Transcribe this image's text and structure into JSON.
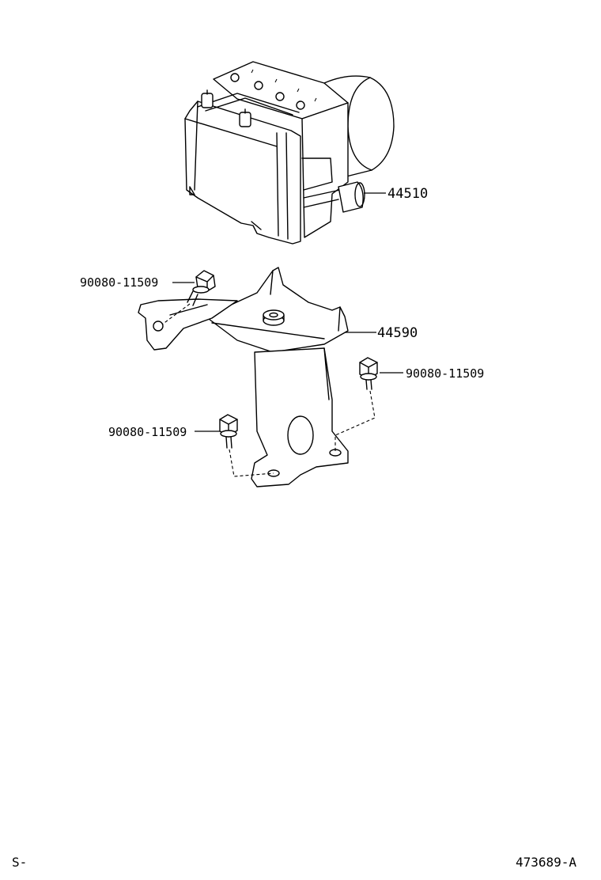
{
  "diagram": {
    "parts": [
      {
        "id": "abs_actuator",
        "number": "44510"
      },
      {
        "id": "bracket",
        "number": "44590"
      },
      {
        "id": "bolt_upper_left",
        "number": "90080-11509"
      },
      {
        "id": "bolt_right",
        "number": "90080-11509"
      },
      {
        "id": "bolt_lower_left",
        "number": "90080-11509"
      }
    ],
    "footer": {
      "left_code": "S-",
      "illustration_id": "473689-A"
    }
  }
}
